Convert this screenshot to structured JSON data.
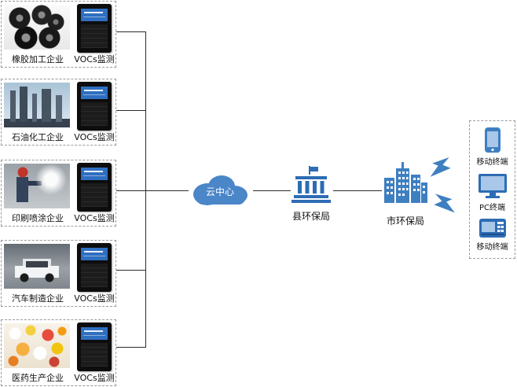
{
  "diagram": {
    "enterprises": [
      {
        "name": "橡胶加工企业",
        "monitor": "VOCs监测",
        "photo": "tire-stack-photo"
      },
      {
        "name": "石油化工企业",
        "monitor": "VOCs监测",
        "photo": "petrochemical-plant-photo"
      },
      {
        "name": "印刷喷涂企业",
        "monitor": "VOCs监测",
        "photo": "spray-painting-photo"
      },
      {
        "name": "汽车制造企业",
        "monitor": "VOCs监测",
        "photo": "car-factory-photo"
      },
      {
        "name": "医药生产企业",
        "monitor": "VOCs监测",
        "photo": "pharmaceutical-pills-photo"
      }
    ],
    "cloud_label": "云中心",
    "county_bureau_label": "县环保局",
    "city_bureau_label": "市环保局",
    "terminals": [
      {
        "label": "移动终端",
        "icon": "mobile-phone-icon"
      },
      {
        "label": "PC终端",
        "icon": "pc-monitor-icon"
      },
      {
        "label": "移动终端",
        "icon": "handheld-terminal-icon"
      }
    ],
    "colors": {
      "accent_blue": "#3e7fc1",
      "cloud_blue": "#4a86c8",
      "bureau_blue": "#2e6cb5",
      "line": "#2b2b2b"
    }
  }
}
